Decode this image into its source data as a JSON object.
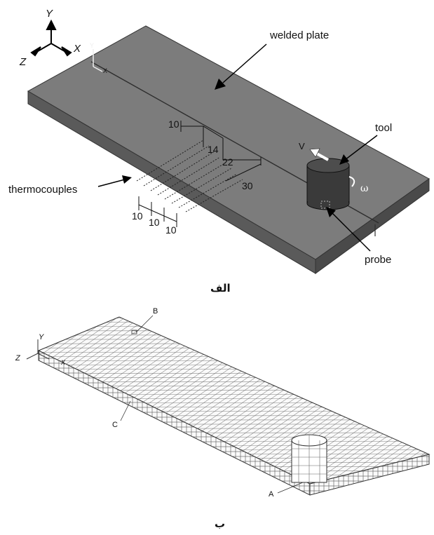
{
  "figure_a": {
    "caption": "الف",
    "axes": {
      "y": "Y",
      "x": "X",
      "z": "Z",
      "mini_y": "Y",
      "mini_x": "X"
    },
    "labels": {
      "welded_plate": "welded plate",
      "tool": "tool",
      "probe": "probe",
      "thermocouples": "thermocouples",
      "velocity": "V",
      "omega": "ω"
    },
    "dimensions": {
      "d10_top": "10",
      "d14": "14",
      "d22": "22",
      "d30": "30",
      "d10_a": "10",
      "d10_b": "10",
      "d10_c": "10"
    }
  },
  "figure_b": {
    "caption": "ب",
    "axes": {
      "y": "Y",
      "z": "Z",
      "x": "X"
    },
    "points": {
      "a": "A",
      "b": "B",
      "c": "C"
    }
  }
}
